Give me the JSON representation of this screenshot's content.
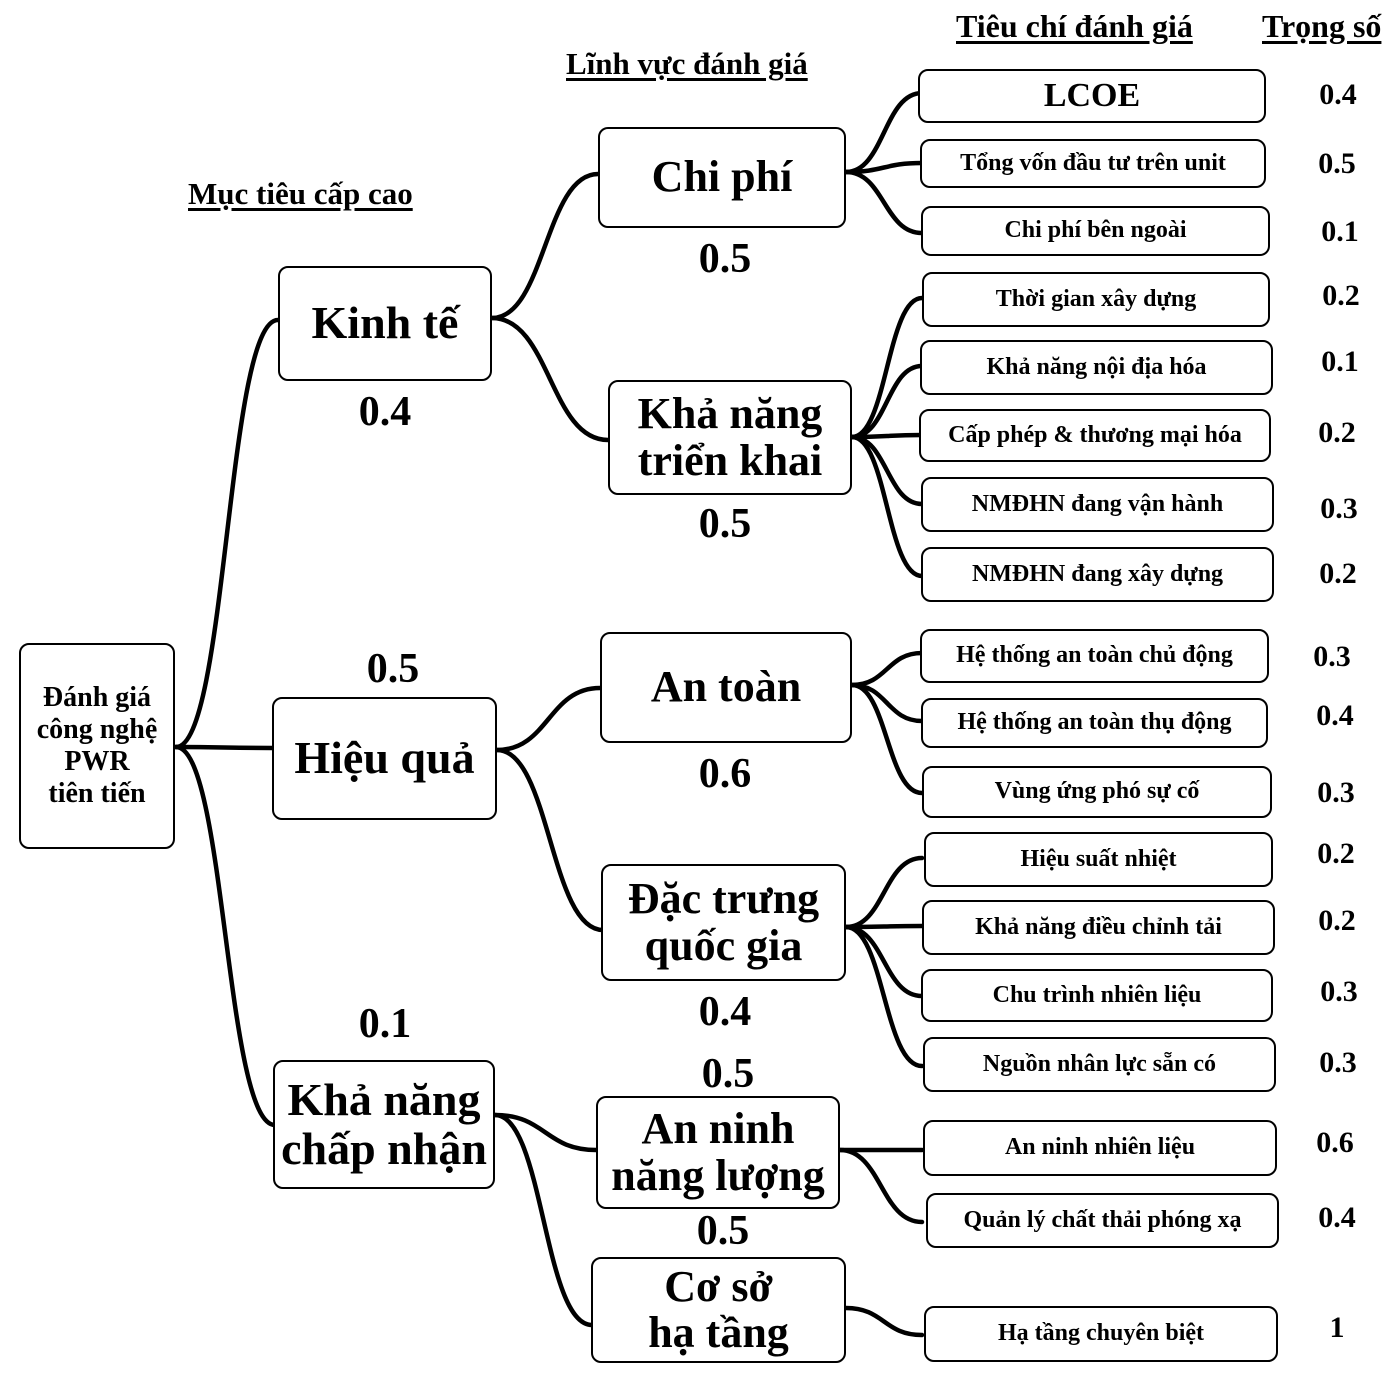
{
  "headers": {
    "objectives": "Mục tiêu cấp cao",
    "areas": "Lĩnh vực đánh giá",
    "criteria": "Tiêu chí đánh giá",
    "weights": "Trọng số"
  },
  "root": {
    "label": "Đánh giá công nghệ PWR tiên tiến",
    "lines": [
      "Đánh giá",
      "công nghệ",
      "PWR",
      "tiên tiến"
    ]
  },
  "objectives": [
    {
      "label": "Kinh tế",
      "lines": [
        "Kinh tế"
      ],
      "weight": "0.4",
      "areas": [
        {
          "lines": [
            "Chi phí"
          ],
          "weight": "0.5",
          "criteria": [
            {
              "label": "LCOE",
              "weight": "0.4"
            },
            {
              "label": "Tổng vốn đầu tư trên unit",
              "weight": "0.5"
            },
            {
              "label": "Chi phí bên ngoài",
              "weight": "0.1"
            }
          ]
        },
        {
          "lines": [
            "Khả năng",
            "triển khai"
          ],
          "weight": "0.5",
          "criteria": [
            {
              "label": "Thời gian xây dựng",
              "weight": "0.2"
            },
            {
              "label": "Khả năng nội địa hóa",
              "weight": "0.1"
            },
            {
              "label": "Cấp phép & thương mại hóa",
              "weight": "0.2"
            },
            {
              "label": "NMĐHN đang vận hành",
              "weight": "0.3"
            },
            {
              "label": "NMĐHN đang xây dựng",
              "weight": "0.2"
            }
          ]
        }
      ]
    },
    {
      "label": "Hiệu quả",
      "lines": [
        "Hiệu quả"
      ],
      "weight": "0.5",
      "areas": [
        {
          "lines": [
            "An toàn"
          ],
          "weight": "0.6",
          "criteria": [
            {
              "label": "Hệ thống an toàn chủ động",
              "weight": "0.3"
            },
            {
              "label": "Hệ thống an toàn thụ động",
              "weight": "0.4"
            },
            {
              "label": "Vùng ứng phó sự cố",
              "weight": "0.3"
            }
          ]
        },
        {
          "lines": [
            "Đặc trưng",
            "quốc gia"
          ],
          "weight": "0.4",
          "criteria": [
            {
              "label": "Hiệu suất nhiệt",
              "weight": "0.2"
            },
            {
              "label": "Khả năng điều chỉnh tải",
              "weight": "0.2"
            },
            {
              "label": "Chu trình nhiên liệu",
              "weight": "0.3"
            },
            {
              "label": "Nguồn nhân lực sẵn có",
              "weight": "0.3"
            }
          ]
        }
      ]
    },
    {
      "label": "Khả năng chấp nhận",
      "lines": [
        "Khả năng",
        "chấp nhận"
      ],
      "weight": "0.1",
      "areas": [
        {
          "lines": [
            "An ninh",
            "năng lượng"
          ],
          "weight": "0.5",
          "criteria": [
            {
              "label": "An ninh nhiên liệu",
              "weight": "0.6"
            },
            {
              "label": "Quản lý chất thải phóng xạ",
              "weight": "0.4"
            }
          ]
        },
        {
          "lines": [
            "Cơ sở",
            "hạ tầng"
          ],
          "weight": "0.5",
          "criteria": [
            {
              "label": "Hạ tầng chuyên biệt",
              "weight": "1"
            }
          ]
        }
      ]
    }
  ]
}
